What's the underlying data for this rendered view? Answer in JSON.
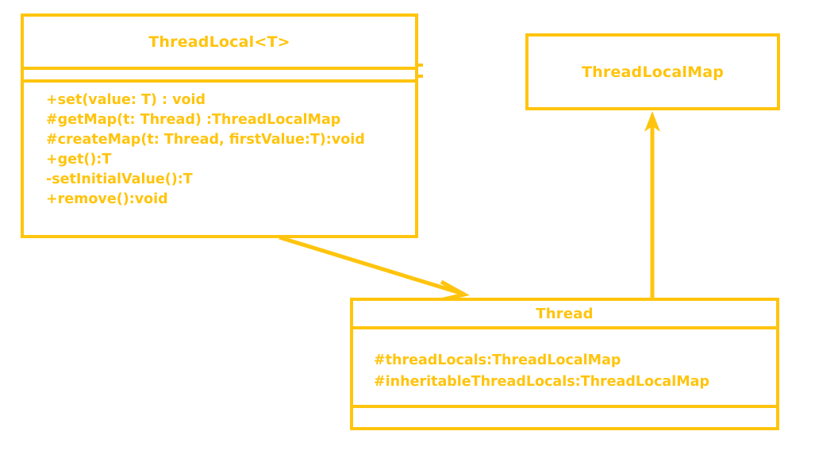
{
  "diagram": {
    "title": "ThreadLocal UML class diagram",
    "accent_color": "#FFC40D",
    "background_color": "#FFFFFF",
    "classes": [
      {
        "id": "threadlocal",
        "name": "ThreadLocal<T>",
        "attributes": [],
        "methods": [
          "+set(value: T) : void",
          "#getMap(t: Thread) :ThreadLocalMap",
          "#createMap(t: Thread, firstValue:T):void",
          "+get():T",
          "-setInitialValue():T",
          "+remove():void"
        ]
      },
      {
        "id": "threadlocalmap",
        "name": "ThreadLocalMap",
        "attributes": [],
        "methods": []
      },
      {
        "id": "thread",
        "name": "Thread",
        "attributes": [
          "#threadLocals:ThreadLocalMap",
          "#inheritableThreadLocals:ThreadLocalMap"
        ],
        "methods": []
      }
    ],
    "connectors": [
      {
        "id": "threadlocal-to-thread",
        "from": "ThreadLocal<T>",
        "to": "Thread",
        "arrowhead": "open",
        "label": ""
      },
      {
        "id": "thread-to-threadlocalmap",
        "from": "Thread",
        "to": "ThreadLocalMap",
        "arrowhead": "filled",
        "label": ""
      }
    ]
  }
}
